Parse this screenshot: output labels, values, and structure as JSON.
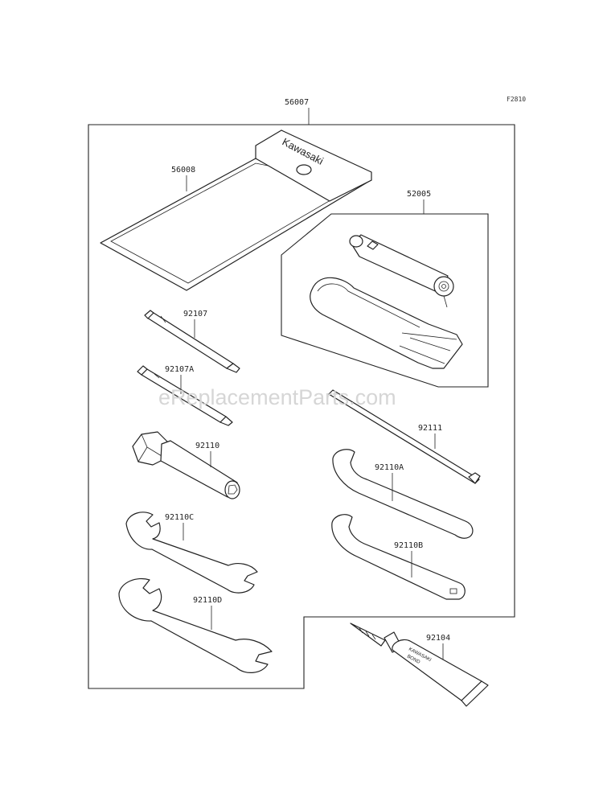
{
  "diagram": {
    "code": "F2810",
    "watermark": "eReplacementParts.com",
    "parts": [
      {
        "id": "p56007",
        "label": "56007"
      },
      {
        "id": "p56008",
        "label": "56008"
      },
      {
        "id": "p52005",
        "label": "52005"
      },
      {
        "id": "p92107",
        "label": "92107"
      },
      {
        "id": "p92107A",
        "label": "92107A"
      },
      {
        "id": "p92110",
        "label": "92110"
      },
      {
        "id": "p92111",
        "label": "92111"
      },
      {
        "id": "p92110A",
        "label": "92110A"
      },
      {
        "id": "p92110B",
        "label": "92110B"
      },
      {
        "id": "p92110C",
        "label": "92110C"
      },
      {
        "id": "p92110D",
        "label": "92110D"
      },
      {
        "id": "p92104",
        "label": "92104"
      }
    ],
    "pouch_brand": "Kawasaki",
    "tube_text": [
      "KAWASAKI",
      "BOND"
    ]
  }
}
